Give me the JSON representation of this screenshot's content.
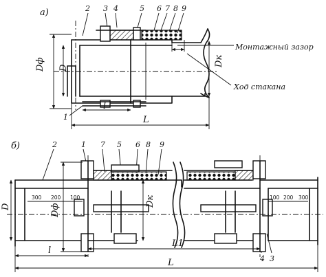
{
  "views": {
    "a": {
      "label": "а)"
    },
    "b": {
      "label": "б)"
    }
  },
  "callouts_a": {
    "n2": "2",
    "n3": "3",
    "n4": "4",
    "n5": "5",
    "n6": "6",
    "n7": "7",
    "n8": "8",
    "n9": "9",
    "n1": "1"
  },
  "dims_a": {
    "D_f": "Dф",
    "D": "D",
    "D_k": "Dк",
    "l": "l",
    "L": "L"
  },
  "notes_a": {
    "assembly_gap": "Монтажный зазор",
    "sleeve_travel": "Ход стакана"
  },
  "callouts_b": {
    "n2": "2",
    "n1": "1",
    "n7": "7",
    "n5": "5",
    "n6": "6",
    "n8": "8",
    "n9": "9",
    "n4": "4",
    "n3": "3"
  },
  "dims_b": {
    "D": "D",
    "D_f": "Dф",
    "D_k": "Dк",
    "l": "l",
    "L1": "L1",
    "L": "L"
  },
  "scale_left": [
    "300",
    "200",
    "100"
  ],
  "scale_right": [
    "100",
    "200",
    "300"
  ],
  "colors": {
    "ink": "#111111",
    "paper": "#ffffff"
  }
}
